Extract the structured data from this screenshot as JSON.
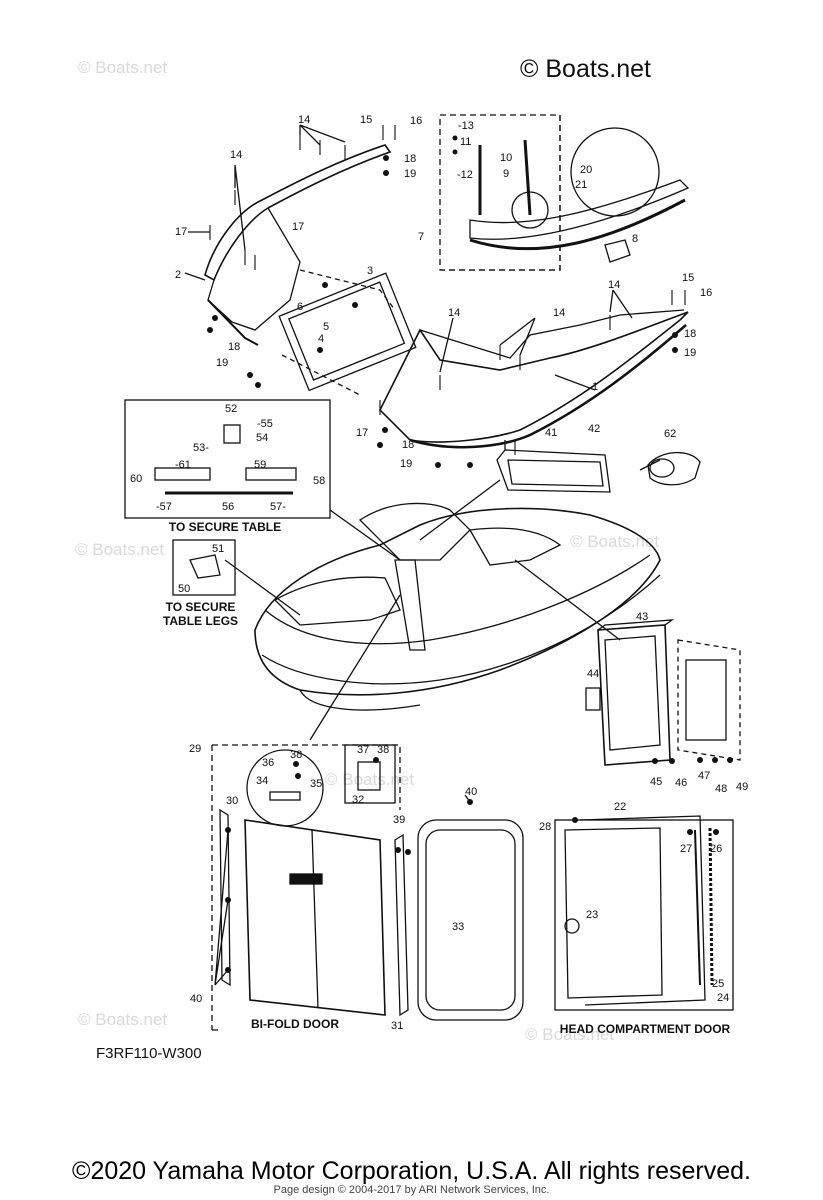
{
  "watermarks": [
    "© Boats.net",
    "© Boats.net",
    "© Boats.net",
    "© Boats.net",
    "© Boats.net",
    "© Boats.net"
  ],
  "brand": "© Boats.net",
  "diagram_code": "F3RF110-W300",
  "labels": {
    "secure_table": "TO SECURE TABLE",
    "secure_table_legs": "TO SECURE TABLE LEGS",
    "bifold_door": "BI-FOLD DOOR",
    "head_compartment_door": "HEAD COMPARTMENT DOOR"
  },
  "part_numbers": [
    "1",
    "2",
    "3",
    "4",
    "5",
    "6",
    "7",
    "8",
    "9",
    "10",
    "11",
    "12",
    "13",
    "14",
    "15",
    "16",
    "17",
    "18",
    "19",
    "20",
    "21",
    "22",
    "23",
    "24",
    "25",
    "26",
    "27",
    "28",
    "29",
    "30",
    "31",
    "32",
    "33",
    "34",
    "35",
    "36",
    "37",
    "38",
    "39",
    "40",
    "41",
    "42",
    "43",
    "44",
    "45",
    "46",
    "47",
    "48",
    "49",
    "50",
    "51",
    "52",
    "53",
    "54",
    "55",
    "56",
    "57",
    "58",
    "59",
    "60",
    "61",
    "62"
  ],
  "footer": {
    "copyright": "©2020 Yamaha Motor Corporation, U.S.A. All rights reserved.",
    "page_design": "Page design © 2004-2017 by ARI Network Services, Inc."
  }
}
